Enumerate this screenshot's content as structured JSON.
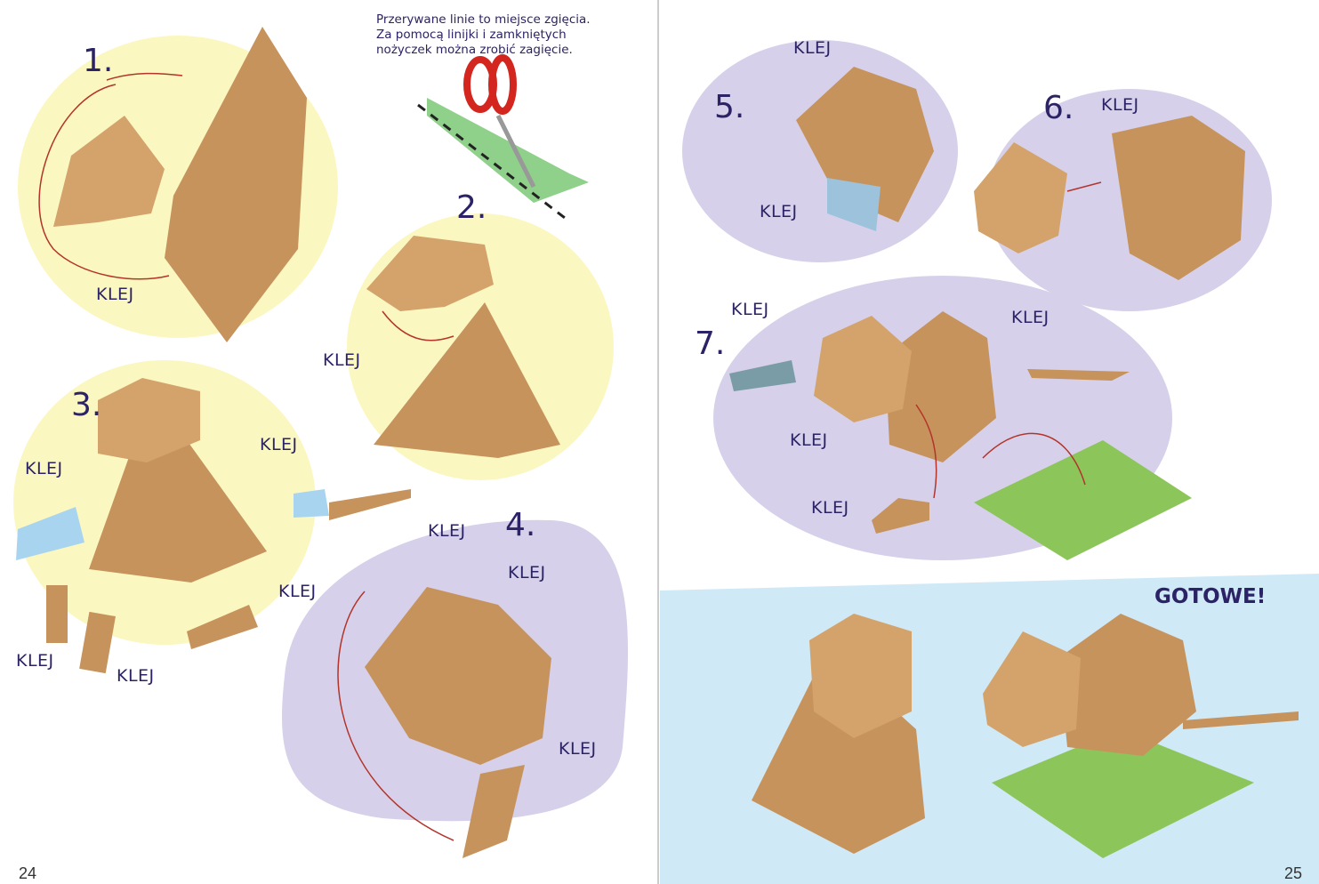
{
  "instructions": {
    "line1": "Przerywane linie to miejsce zgięcia.",
    "line2": "Za pomocą linijki i zamkniętych",
    "line3": "nożyczek można zrobić zagięcie."
  },
  "steps": [
    "1.",
    "2.",
    "3.",
    "4.",
    "5.",
    "6.",
    "7."
  ],
  "glue_label": "KLEJ",
  "done_label": "GOTOWE!",
  "page_numbers": {
    "left": "24",
    "right": "25"
  },
  "colors": {
    "yellow_blob": "#fbf7c0",
    "purple_blob": "#d6d0ea",
    "blue_panel": "#cfe9f7",
    "text": "#2b2366",
    "arrow": "#b3342a",
    "fur": "#c6935c"
  }
}
